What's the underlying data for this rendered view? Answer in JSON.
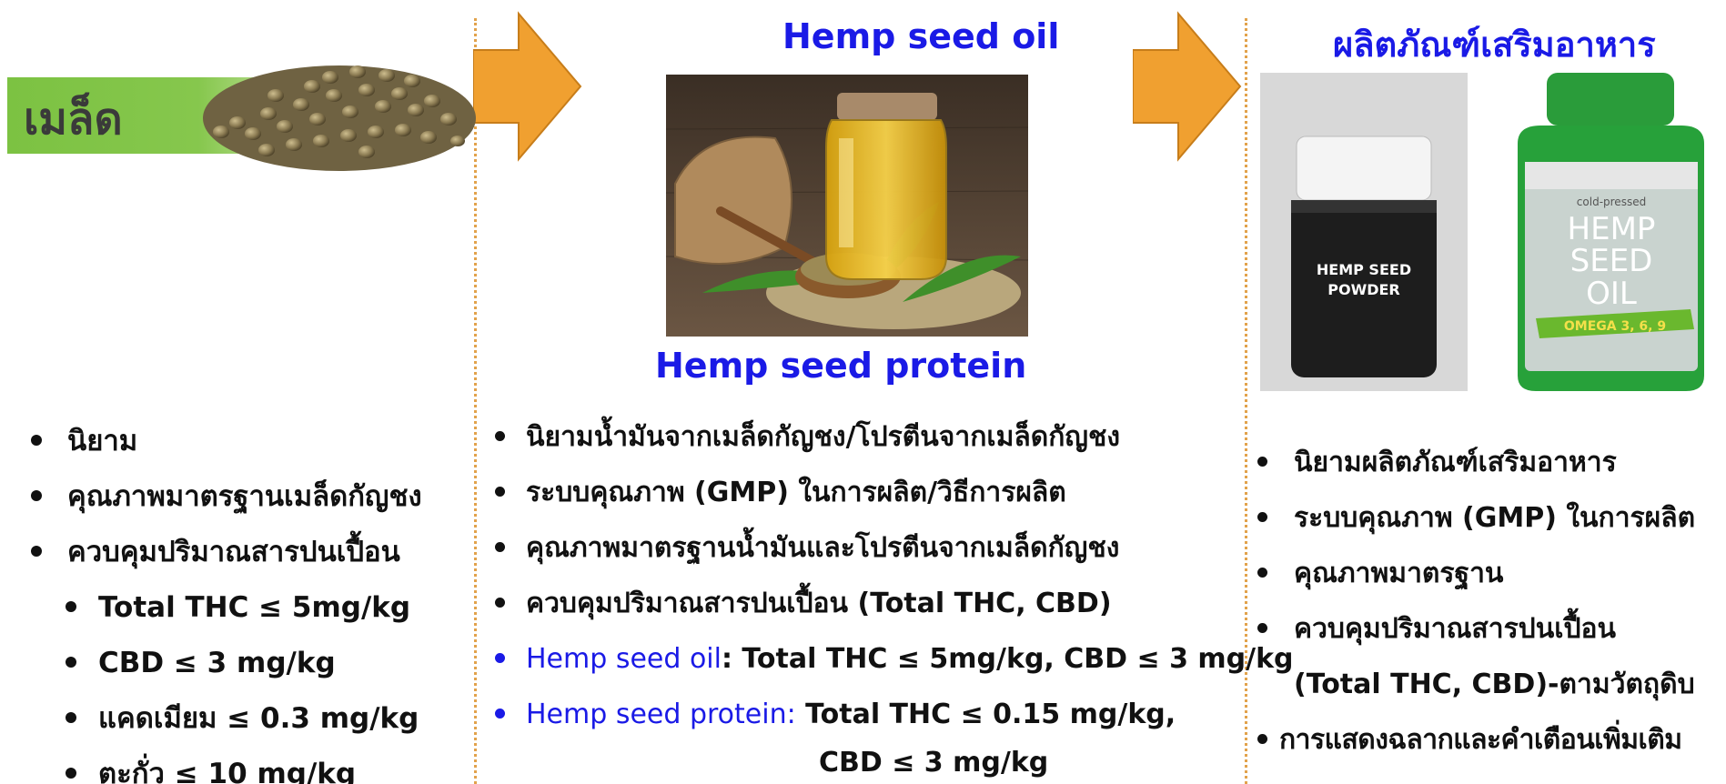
{
  "panel_seed": {
    "banner_word": "เมล็ด",
    "items": [
      "นิยาม",
      "คุณภาพมาตรฐานเมล็ดกัญชง",
      "ควบคุมปริมาณสารปนเปื้อน"
    ],
    "sub_items": [
      "Total THC ≤ 5mg/kg",
      "CBD ≤ 3 mg/kg",
      "แคดเมียม ≤ 0.3 mg/kg",
      "ตะกั่ว ≤ 10 mg/kg"
    ]
  },
  "panel_oil": {
    "title_oil": "Hemp seed oil",
    "title_protein": "Hemp seed protein",
    "items": [
      "นิยามน้ำมันจากเมล็ดกัญชง/โปรตีนจากเมล็ดกัญชง",
      "ระบบคุณภาพ (GMP) ในการผลิต/วิธีการผลิต",
      "คุณภาพมาตรฐานน้ำมันและโปรตีนจากเมล็ดกัญชง",
      "ควบคุมปริมาณสารปนเปื้อน (Total THC, CBD)"
    ],
    "oil_limit_label": "Hemp seed oil",
    "oil_limit_text": ": Total THC ≤ 5mg/kg, CBD ≤ 3 mg/kg",
    "protein_limit_label": "Hemp seed protein:",
    "protein_limit_text": " Total THC ≤ 0.15 mg/kg,",
    "protein_limit_cont": "CBD ≤ 3 mg/kg"
  },
  "panel_supplement": {
    "title": "ผลิตภัณฑ์เสริมอาหาร",
    "bottle_a_label_1": "HEMP SEED",
    "bottle_a_label_2": "POWDER",
    "bottle_b_label_top": "cold-pressed",
    "bottle_b_label_1": "HEMP",
    "bottle_b_label_2": "SEED",
    "bottle_b_label_3": "OIL",
    "bottle_b_badge": "OMEGA 3, 6, 9",
    "items": [
      "นิยามผลิตภัณฑ์เสริมอาหาร",
      "ระบบคุณภาพ (GMP) ในการผลิต",
      "คุณภาพมาตรฐาน",
      "ควบคุมปริมาณสารปนเปื้อน"
    ],
    "item_cont": "(Total THC, CBD)-ตามวัตถุดิบ",
    "last_item": "การแสดงฉลากและคำเตือนเพิ่มเติม"
  },
  "colors": {
    "title_blue": "#1a1ae6",
    "arrow_orange": "#f0a030",
    "banner_green": "#7cc242",
    "divider": "#e2a24b"
  }
}
